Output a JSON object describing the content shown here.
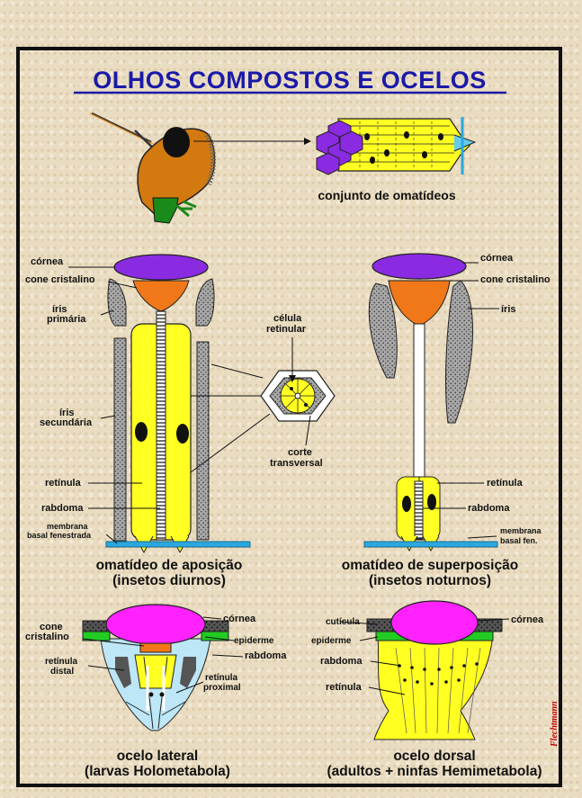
{
  "title": "OLHOS COMPOSTOS  E OCELOS",
  "top": {
    "caption": "conjunto de omatídeos"
  },
  "left_ommatidium": {
    "labels": {
      "cornea": "córnea",
      "cone": "cone cristalino",
      "iris1_a": "íris",
      "iris1_b": "primária",
      "iris2_a": "íris",
      "iris2_b": "secundária",
      "retinula": "retínula",
      "rabdoma": "rabdoma",
      "membrana_a": "membrana",
      "membrana_b": "basal fenestrada"
    },
    "caption_1": "omatídeo de aposição",
    "caption_2": "(insetos diurnos)"
  },
  "section": {
    "celula_a": "célula",
    "celula_b": "retinular",
    "corte_a": "corte",
    "corte_b": "transversal"
  },
  "right_ommatidium": {
    "labels": {
      "cornea": "córnea",
      "cone": "cone cristalino",
      "iris": "íris",
      "retinula": "retínula",
      "rabdoma": "rabdoma",
      "membrana_a": "membrana",
      "membrana_b": "basal fen."
    },
    "caption_1": "omatídeo de superposição",
    "caption_2": "(insetos noturnos)"
  },
  "lateral_ocellus": {
    "labels": {
      "cone_a": "cone",
      "cone_b": "cristalino",
      "cornea": "córnea",
      "epiderme": "epiderme",
      "rabdoma": "rabdoma",
      "distal_a": "retínula",
      "distal_b": "distal",
      "proximal_a": "retínula",
      "proximal_b": "proximal"
    },
    "caption_1": "ocelo lateral",
    "caption_2": "(larvas Holometabola)"
  },
  "dorsal_ocellus": {
    "labels": {
      "cuticula": "cutícula",
      "cornea": "córnea",
      "epiderme": "epiderme",
      "rabdoma": "rabdoma",
      "retinula": "retínula"
    },
    "caption_1": "ocelo dorsal",
    "caption_2": "(adultos + ninfas Hemimetabola)"
  },
  "signature": "Flechtmann",
  "colors": {
    "background": "#eadcc0",
    "title": "#1a1aa8",
    "cornea": "#8a2be2",
    "cone": "#f07818",
    "retinula": "#ffff22",
    "iris": "#9a9a9a",
    "membrane": "#2aa8e0",
    "ocellus_cornea": "#ff22ff",
    "epidermis": "#22cc22",
    "head": "#d27a10"
  }
}
